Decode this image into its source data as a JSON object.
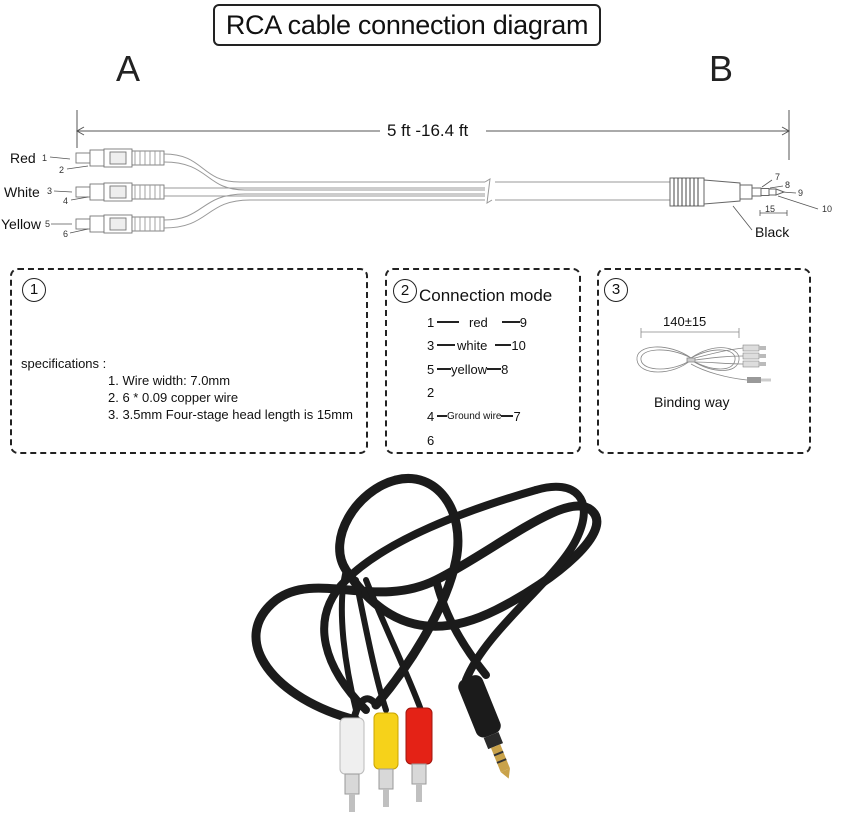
{
  "title": "RCA cable connection diagram",
  "end_a": "A",
  "end_b": "B",
  "length": "5 ft -16.4 ft",
  "plugs": [
    {
      "label": "Red",
      "pins": [
        "1",
        "2"
      ]
    },
    {
      "label": "White",
      "pins": [
        "3",
        "4"
      ]
    },
    {
      "label": "Yellow",
      "pins": [
        "5",
        "6"
      ]
    }
  ],
  "jack": {
    "label": "Black",
    "pins": [
      "7",
      "8",
      "9",
      "10"
    ],
    "dimension": "15"
  },
  "panel1": {
    "number": "1",
    "heading": "specifications :",
    "items": [
      "1. Wire width: 7.0mm",
      "2. 6 * 0.09 copper wire",
      "3. 3.5mm Four-stage head length is 15mm"
    ]
  },
  "panel2": {
    "number": "2",
    "title": "Connection mode",
    "rows": [
      {
        "left": "1",
        "label": "red",
        "right": "9"
      },
      {
        "left": "3",
        "label": "white",
        "right": "10"
      },
      {
        "left": "5",
        "label": "yellow",
        "right": "8"
      },
      {
        "left": "2",
        "label": "",
        "right": ""
      },
      {
        "left": "4",
        "label": "Ground wire",
        "right": "7"
      },
      {
        "left": "6",
        "label": "",
        "right": ""
      }
    ]
  },
  "panel3": {
    "number": "3",
    "dimension": "140±15",
    "caption": "Binding way"
  },
  "colors": {
    "rca_white": "#efefef",
    "rca_yellow": "#f6d21a",
    "rca_red": "#e42216",
    "cable_black": "#1b1b1b",
    "jack_gold": "#c9a24a"
  }
}
